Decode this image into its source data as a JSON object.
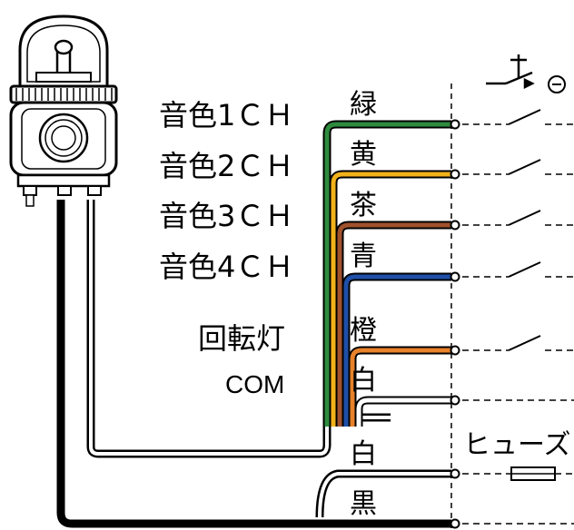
{
  "channel_labels": [
    "音色1ＣＨ",
    "音色2ＣＨ",
    "音色3ＣＨ",
    "音色4ＣＨ",
    "回転灯"
  ],
  "com_label": "COM",
  "signal_wires": [
    {
      "name": "緑",
      "color": "#2e8b3e"
    },
    {
      "name": "黄",
      "color": "#f2b21b"
    },
    {
      "name": "茶",
      "color": "#a0522d"
    },
    {
      "name": "青",
      "color": "#1f4fa8"
    },
    {
      "name": "橙",
      "color": "#e8822a"
    },
    {
      "name": "白",
      "color": "#ffffff"
    }
  ],
  "power_wires": [
    {
      "name": "白",
      "color": "#ffffff"
    },
    {
      "name": "黒",
      "color": "#000000"
    }
  ],
  "fuse_label": "ヒューズ",
  "icons": [
    "signal-tower-icon",
    "push-switch-icon",
    "fuse-icon"
  ]
}
